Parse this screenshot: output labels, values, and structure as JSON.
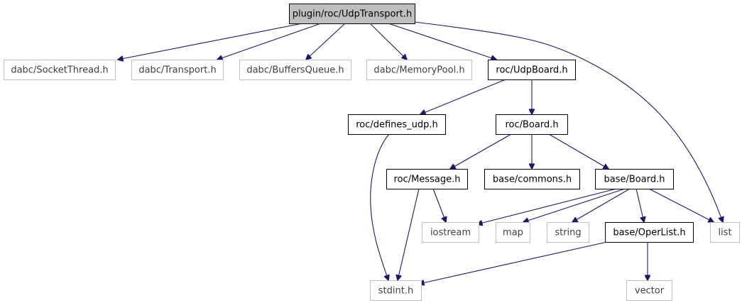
{
  "diagram": {
    "colors": {
      "edge": "#191970",
      "root_fill": "#bfbfbf",
      "border_documented": "#000000",
      "border_external": "#bfbfbf",
      "text_documented": "#000000",
      "text_external": "#3f3f3f"
    },
    "nodes": [
      {
        "id": "udptransport",
        "label": "plugin/roc/UdpTransport.h",
        "kind": "root"
      },
      {
        "id": "socketthread",
        "label": "dabc/SocketThread.h",
        "kind": "external"
      },
      {
        "id": "transport",
        "label": "dabc/Transport.h",
        "kind": "external"
      },
      {
        "id": "buffersqueue",
        "label": "dabc/BuffersQueue.h",
        "kind": "external"
      },
      {
        "id": "memorypool",
        "label": "dabc/MemoryPool.h",
        "kind": "external"
      },
      {
        "id": "udpboard",
        "label": "roc/UdpBoard.h",
        "kind": "documented"
      },
      {
        "id": "list",
        "label": "list",
        "kind": "external"
      },
      {
        "id": "definesudp",
        "label": "roc/defines_udp.h",
        "kind": "documented"
      },
      {
        "id": "rocboard",
        "label": "roc/Board.h",
        "kind": "documented"
      },
      {
        "id": "message",
        "label": "roc/Message.h",
        "kind": "documented"
      },
      {
        "id": "commons",
        "label": "base/commons.h",
        "kind": "documented"
      },
      {
        "id": "baseboard",
        "label": "base/Board.h",
        "kind": "documented"
      },
      {
        "id": "iostream",
        "label": "iostream",
        "kind": "external"
      },
      {
        "id": "map",
        "label": "map",
        "kind": "external"
      },
      {
        "id": "string",
        "label": "string",
        "kind": "external"
      },
      {
        "id": "operlist",
        "label": "base/OperList.h",
        "kind": "documented"
      },
      {
        "id": "stdint",
        "label": "stdint.h",
        "kind": "external"
      },
      {
        "id": "vector",
        "label": "vector",
        "kind": "external"
      }
    ],
    "edges": [
      {
        "from": "udptransport",
        "to": "socketthread"
      },
      {
        "from": "udptransport",
        "to": "transport"
      },
      {
        "from": "udptransport",
        "to": "buffersqueue"
      },
      {
        "from": "udptransport",
        "to": "memorypool"
      },
      {
        "from": "udptransport",
        "to": "udpboard"
      },
      {
        "from": "udptransport",
        "to": "list"
      },
      {
        "from": "udpboard",
        "to": "definesudp"
      },
      {
        "from": "udpboard",
        "to": "rocboard"
      },
      {
        "from": "definesudp",
        "to": "stdint"
      },
      {
        "from": "rocboard",
        "to": "message"
      },
      {
        "from": "rocboard",
        "to": "commons"
      },
      {
        "from": "rocboard",
        "to": "baseboard"
      },
      {
        "from": "message",
        "to": "iostream"
      },
      {
        "from": "message",
        "to": "stdint"
      },
      {
        "from": "baseboard",
        "to": "iostream"
      },
      {
        "from": "baseboard",
        "to": "map"
      },
      {
        "from": "baseboard",
        "to": "string"
      },
      {
        "from": "baseboard",
        "to": "operlist"
      },
      {
        "from": "baseboard",
        "to": "list"
      },
      {
        "from": "operlist",
        "to": "stdint"
      },
      {
        "from": "operlist",
        "to": "vector"
      }
    ]
  }
}
